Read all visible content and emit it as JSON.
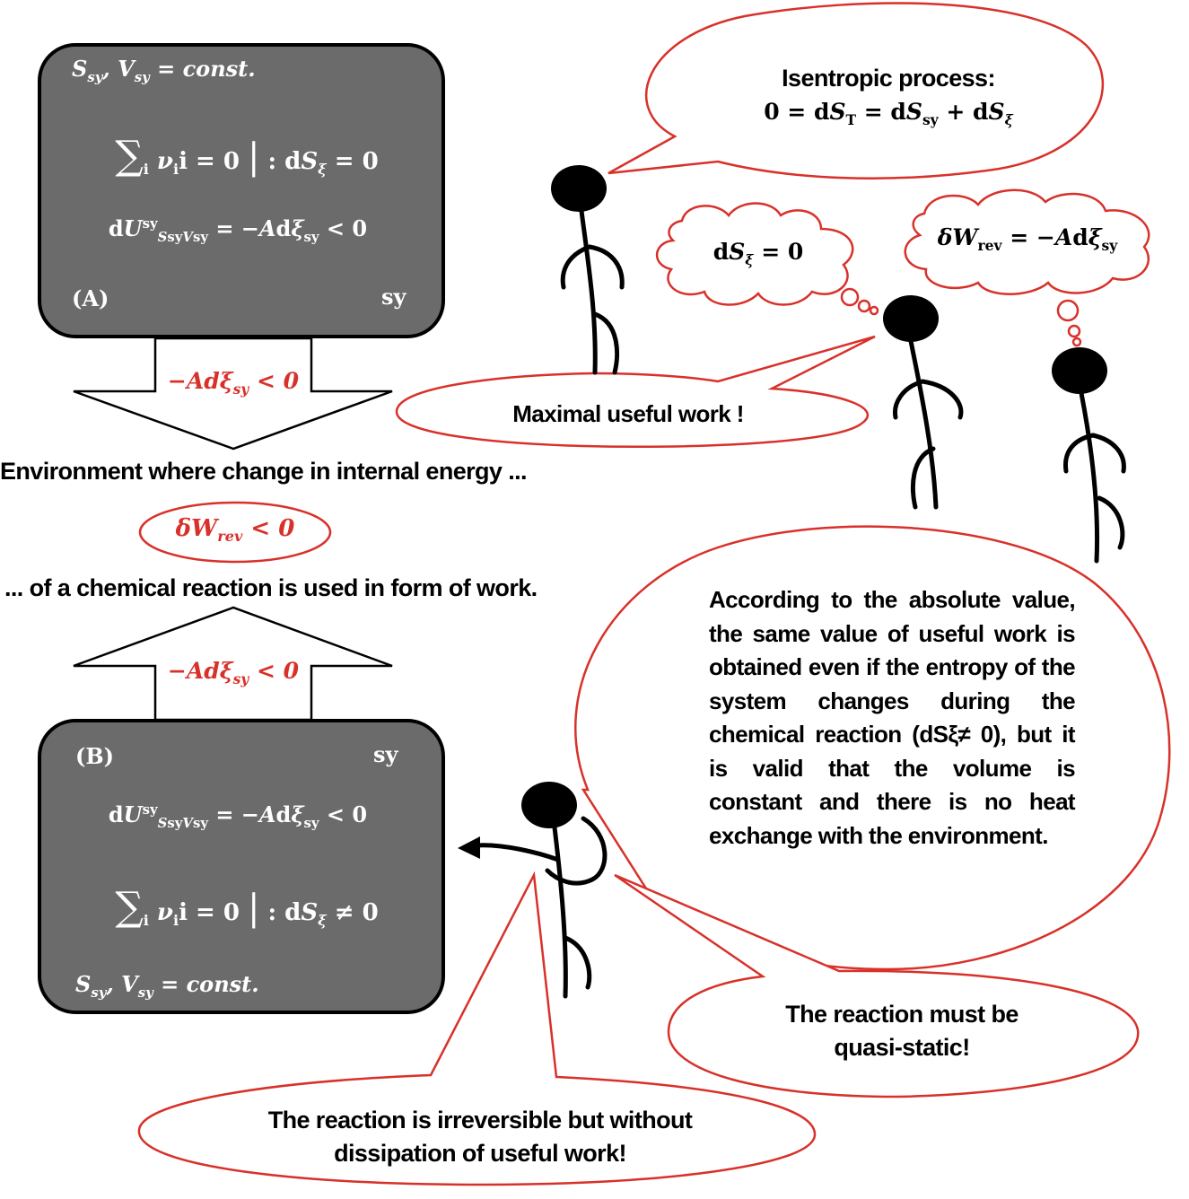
{
  "box_a": {
    "top_label": "S_sy, V_sy = const.",
    "eq_sum": "∑_i ν_i i = 0 | : dS_ξ = 0",
    "eq_dU": "dU^sy_{S_sy V_sy} = −A dξ_sy < 0",
    "corner_label": "(A)",
    "sy_label": "sy"
  },
  "box_b": {
    "corner_label": "(B)",
    "sy_label": "sy",
    "eq_dU": "dU^sy_{S_sy V_sy} = −A dξ_sy < 0",
    "eq_sum": "∑_i ν_i i = 0 | : dS_ξ ≠ 0",
    "bottom_label": "S_sy, V_sy = const."
  },
  "arrow_down_label": "−Adξ_sy < 0",
  "arrow_up_label": "−Adξ_sy < 0",
  "middle": {
    "line1": "Environment where change in internal energy ...",
    "pill": "δW_rev < 0",
    "line2": "... of a chemical reaction is used in form of work."
  },
  "bubbles": {
    "isentropic_title": "Isentropic process:",
    "isentropic_eq": "0 = dS_T = dS_sy + dS_ξ",
    "thought_1": "dS_ξ = 0",
    "thought_2": "δW_rev = −Adξ_sy",
    "maximal": "Maximal useful work !",
    "absolute_value": "According to the absolute value, the same value of useful work is obtained even if the entropy of the system changes during the chemical reaction (dSξ≠ 0), but it is valid that the volume is constant and there is no heat exchange with the environment.",
    "quasi_static_1": "The reaction must be",
    "quasi_static_2": "quasi-static!",
    "irreversible_1": "The reaction is irreversible but without",
    "irreversible_2": "dissipation of useful work!"
  },
  "colors": {
    "box_fill": "#6b6b6b",
    "accent_red": "#d8312a",
    "text": "#000000",
    "box_text": "#ffffff"
  }
}
